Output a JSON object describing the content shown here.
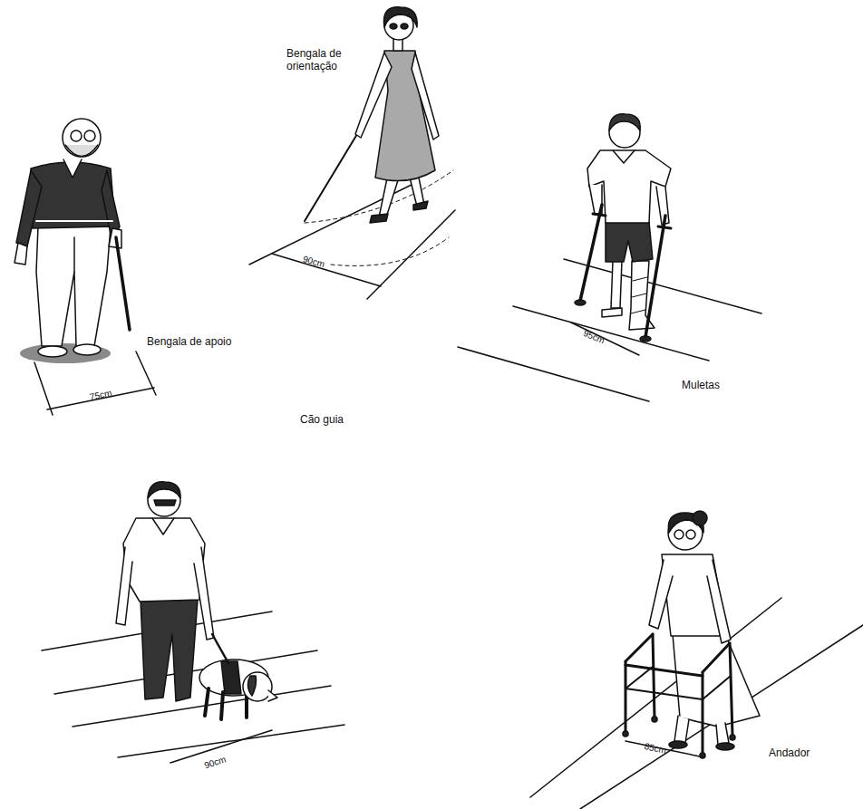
{
  "diagram": {
    "labels": [
      "Bengala de orientação",
      "Bengala de apoio",
      "Muletas",
      "Cão guia",
      "Andador",
      "90cm",
      "75cm",
      "95cm",
      "90cm",
      "85cm"
    ]
  }
}
